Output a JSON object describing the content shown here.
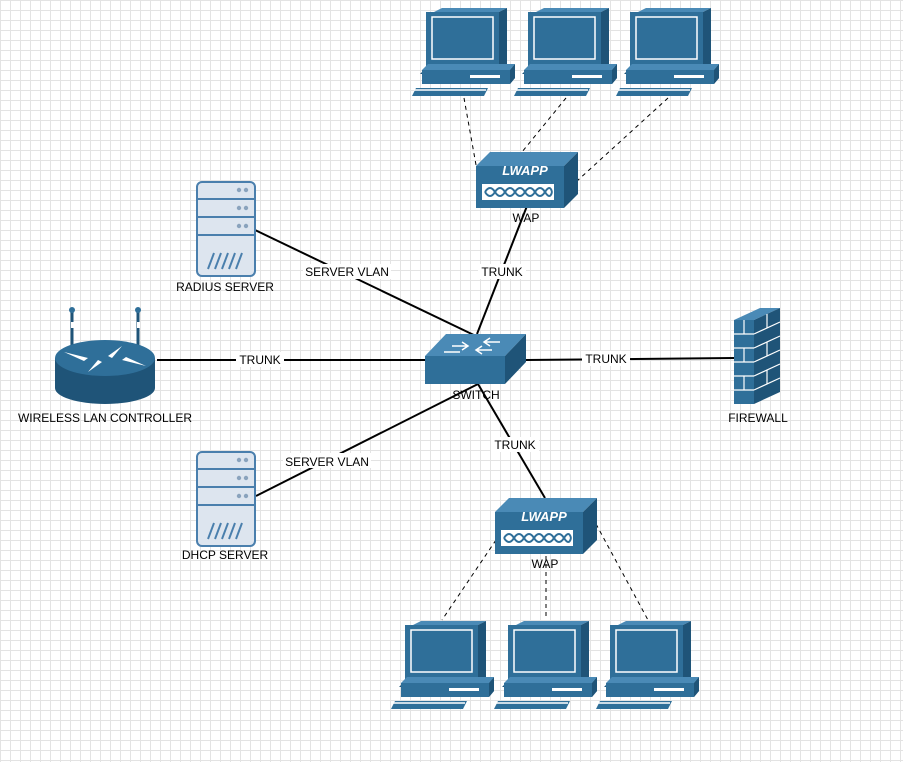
{
  "colors": {
    "device_fill": "#2f6f99",
    "device_dark": "#1f5478",
    "device_light": "#4a8ab6",
    "server_fill": "#dde5ef",
    "server_stroke": "#4a7fad",
    "link": "#000000"
  },
  "nodes": {
    "wlc": {
      "label": "WIRELESS LAN CONTROLLER",
      "icon": "router-icon"
    },
    "radius": {
      "label": "RADIUS SERVER",
      "icon": "server-icon"
    },
    "dhcp": {
      "label": "DHCP SERVER",
      "icon": "server-icon"
    },
    "switch": {
      "label": "SWITCH",
      "icon": "switch-icon"
    },
    "firewall": {
      "label": "FIREWALL",
      "icon": "firewall-icon"
    },
    "wap_top": {
      "label": "WAP",
      "badge": "LWAPP",
      "icon": "access-point-icon"
    },
    "wap_bottom": {
      "label": "WAP",
      "badge": "LWAPP",
      "icon": "access-point-icon"
    },
    "pc": {
      "icon": "workstation-icon"
    }
  },
  "links": {
    "wlc_switch": "TRUNK",
    "radius_switch": "SERVER VLAN",
    "dhcp_switch": "SERVER VLAN",
    "switch_wap_top": "TRUNK",
    "switch_wap_bottom": "TRUNK",
    "switch_firewall": "TRUNK"
  }
}
